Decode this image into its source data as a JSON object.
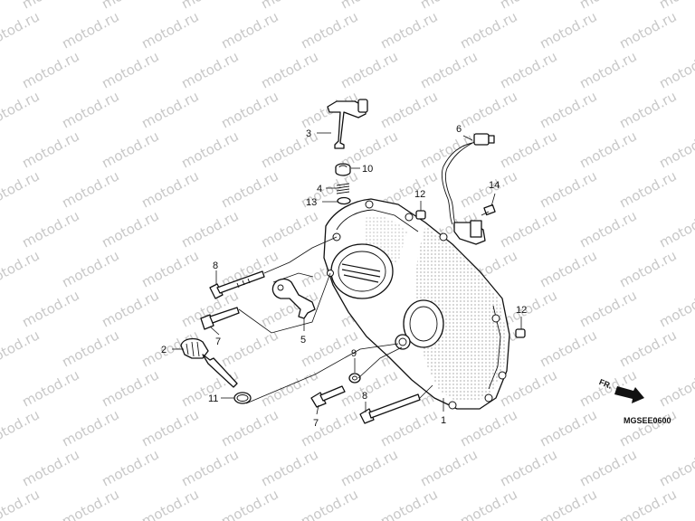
{
  "watermark": "motod.ru",
  "diagram_code": "MGSEE0600",
  "direction_label": "FR.",
  "callouts": {
    "c1": "1",
    "c2": "2",
    "c3": "3",
    "c4": "4",
    "c5": "5",
    "c6": "6",
    "c7a": "7",
    "c7b": "7",
    "c8a": "8",
    "c8b": "8",
    "c9": "9",
    "c10": "10",
    "c11": "11",
    "c12a": "12",
    "c12b": "12",
    "c13": "13",
    "c14": "14"
  },
  "icons": {
    "crankcase_cover": "crankcase-cover-icon",
    "front_arrow": "arrow-right-icon"
  },
  "colors": {
    "ink": "#111111",
    "watermark": "#c8c8c8"
  }
}
